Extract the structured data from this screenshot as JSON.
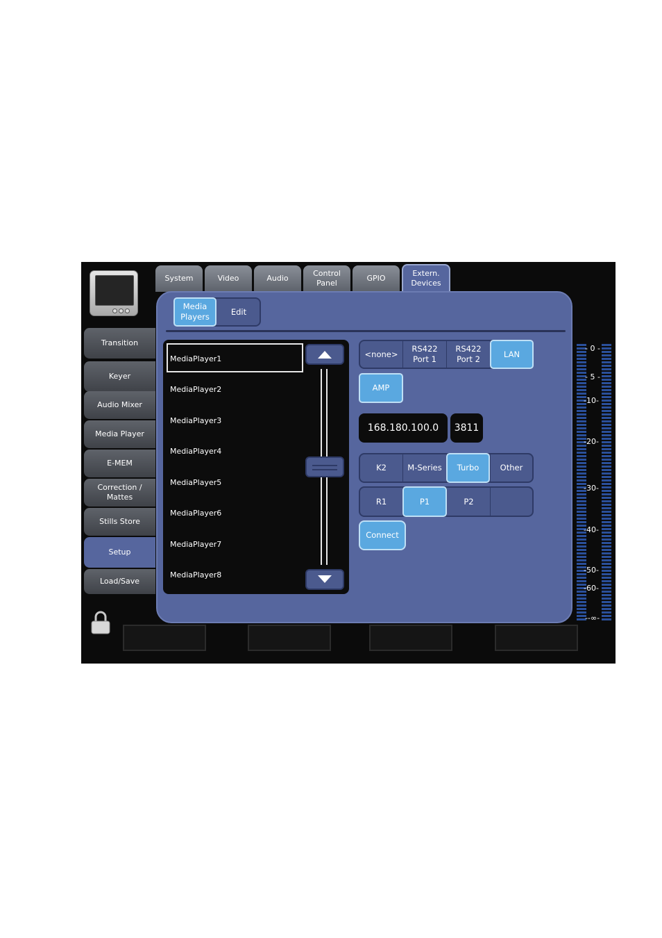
{
  "tabs": [
    {
      "label": "System"
    },
    {
      "label": "Video"
    },
    {
      "label": "Audio"
    },
    {
      "label": "Control\nPanel"
    },
    {
      "label": "GPIO"
    },
    {
      "label": "Extern.\nDevices",
      "active": true
    }
  ],
  "sidebar": {
    "items": [
      {
        "label": "Transition"
      },
      {
        "label": "Keyer"
      },
      {
        "label": "Audio Mixer"
      },
      {
        "label": "Media Player"
      },
      {
        "label": "E-MEM"
      },
      {
        "label": "Correction /\nMattes"
      },
      {
        "label": "Stills Store"
      },
      {
        "label": "Setup",
        "active": true
      },
      {
        "label": "Load/Save"
      }
    ]
  },
  "subtabs": [
    {
      "label": "Media\nPlayers",
      "active": true
    },
    {
      "label": "Edit"
    }
  ],
  "player_list": [
    "MediaPlayer1",
    "MediaPlayer2",
    "MediaPlayer3",
    "MediaPlayer4",
    "MediaPlayer5",
    "MediaPlayer6",
    "MediaPlayer7",
    "MediaPlayer8"
  ],
  "selected_player": "MediaPlayer1",
  "port_options": [
    {
      "label": "<none>"
    },
    {
      "label": "RS422\nPort 1"
    },
    {
      "label": "RS422\nPort 2"
    },
    {
      "label": "LAN",
      "active": true
    }
  ],
  "protocol": {
    "label": "AMP"
  },
  "ip_address": "168.180.100.0",
  "port_number": "3811",
  "device_types": [
    {
      "label": "K2"
    },
    {
      "label": "M-Series"
    },
    {
      "label": "Turbo",
      "active": true
    },
    {
      "label": "Other"
    }
  ],
  "channels": [
    {
      "label": "R1"
    },
    {
      "label": "P1",
      "active": true
    },
    {
      "label": "P2"
    },
    {
      "label": ""
    }
  ],
  "connect_label": "Connect",
  "meter": {
    "ticks": [
      "0",
      "5",
      "10",
      "20",
      "30",
      "40",
      "50",
      "60",
      "-∞"
    ]
  },
  "colors": {
    "panel": "#56669e",
    "active": "#5aa8e0",
    "background": "#0b0b0b"
  }
}
